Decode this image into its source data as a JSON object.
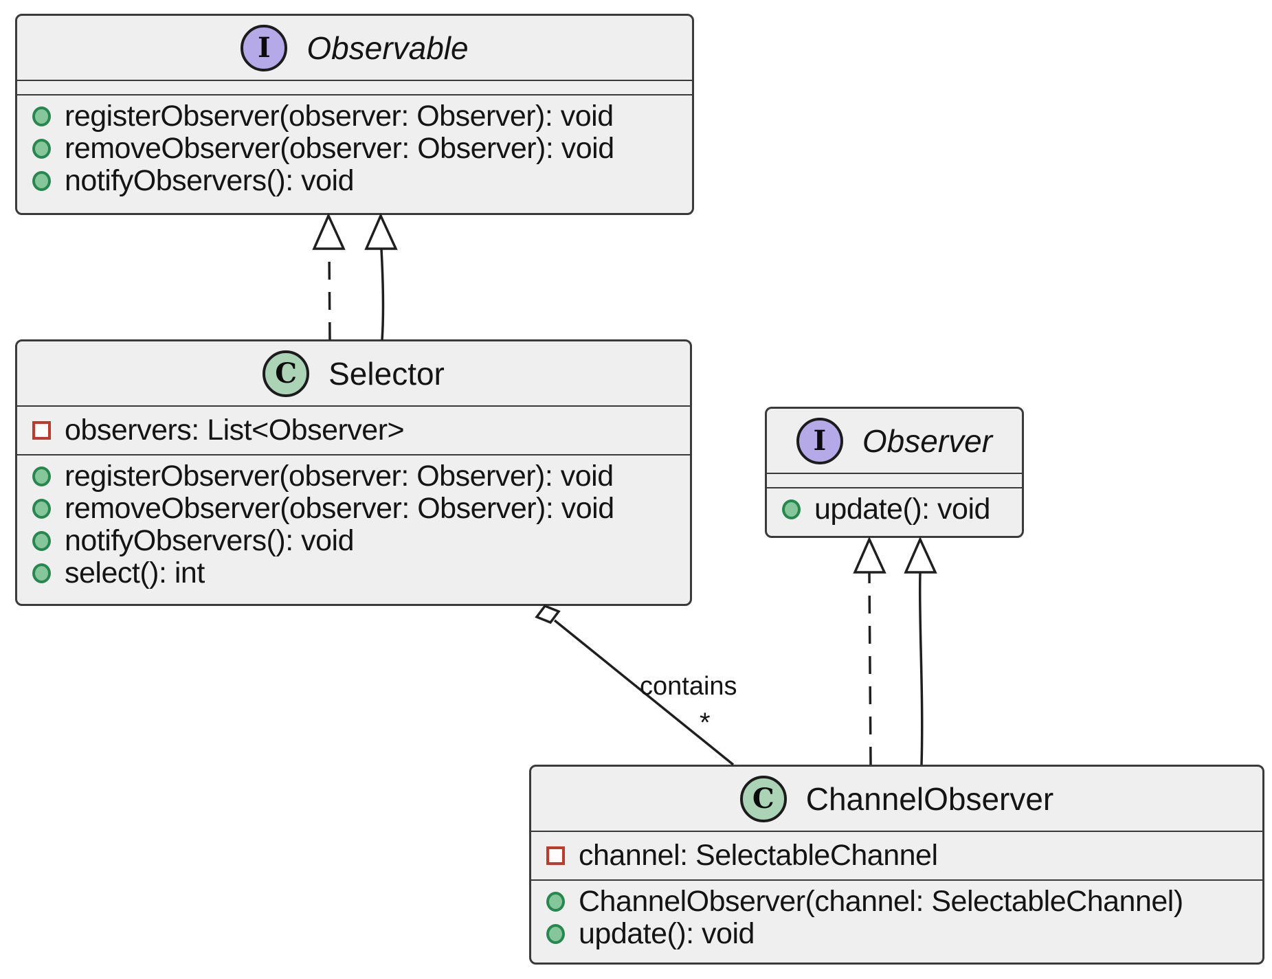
{
  "diagram": {
    "kind": "uml-class-diagram"
  },
  "colors": {
    "canvas_bg": "#ffffff",
    "box_bg": "#efefef",
    "box_border": "#3a3a3a",
    "text": "#141414",
    "line": "#1f1f1f",
    "interface_icon_bg": "#b6a9e8",
    "class_icon_bg": "#abd3b5",
    "icon_border": "#1c1c1c",
    "public_ring": "#27884f",
    "public_fill": "#85c79b",
    "private_border": "#c0392b",
    "private_fill": "#fdfdfd"
  },
  "classes": [
    {
      "id": "observable",
      "kind": "interface",
      "icon_letter": "I",
      "name": "Observable",
      "fields": [],
      "methods": [
        "registerObserver(observer: Observer): void",
        "removeObserver(observer: Observer): void",
        "notifyObservers(): void"
      ]
    },
    {
      "id": "selector",
      "kind": "class",
      "icon_letter": "C",
      "name": "Selector",
      "fields": [
        "observers: List<Observer>"
      ],
      "methods": [
        "registerObserver(observer: Observer): void",
        "removeObserver(observer: Observer): void",
        "notifyObservers(): void",
        "select(): int"
      ]
    },
    {
      "id": "observer",
      "kind": "interface",
      "icon_letter": "I",
      "name": "Observer",
      "fields": [],
      "methods": [
        "update(): void"
      ]
    },
    {
      "id": "channelobserver",
      "kind": "class",
      "icon_letter": "C",
      "name": "ChannelObserver",
      "fields": [
        "channel: SelectableChannel"
      ],
      "methods": [
        "ChannelObserver(channel: SelectableChannel)",
        "update(): void"
      ]
    }
  ],
  "relationships": [
    {
      "from": "Selector",
      "to": "Observable",
      "type": "realization",
      "style": "dashed-hollow-arrow"
    },
    {
      "from": "Selector",
      "to": "Observable",
      "type": "generalization",
      "style": "solid-hollow-arrow"
    },
    {
      "from": "ChannelObserver",
      "to": "Observer",
      "type": "realization",
      "style": "dashed-hollow-arrow"
    },
    {
      "from": "ChannelObserver",
      "to": "Observer",
      "type": "generalization",
      "style": "solid-hollow-arrow"
    },
    {
      "from": "Selector",
      "to": "ChannelObserver",
      "type": "aggregation",
      "label": "contains",
      "multiplicity": "*"
    }
  ]
}
